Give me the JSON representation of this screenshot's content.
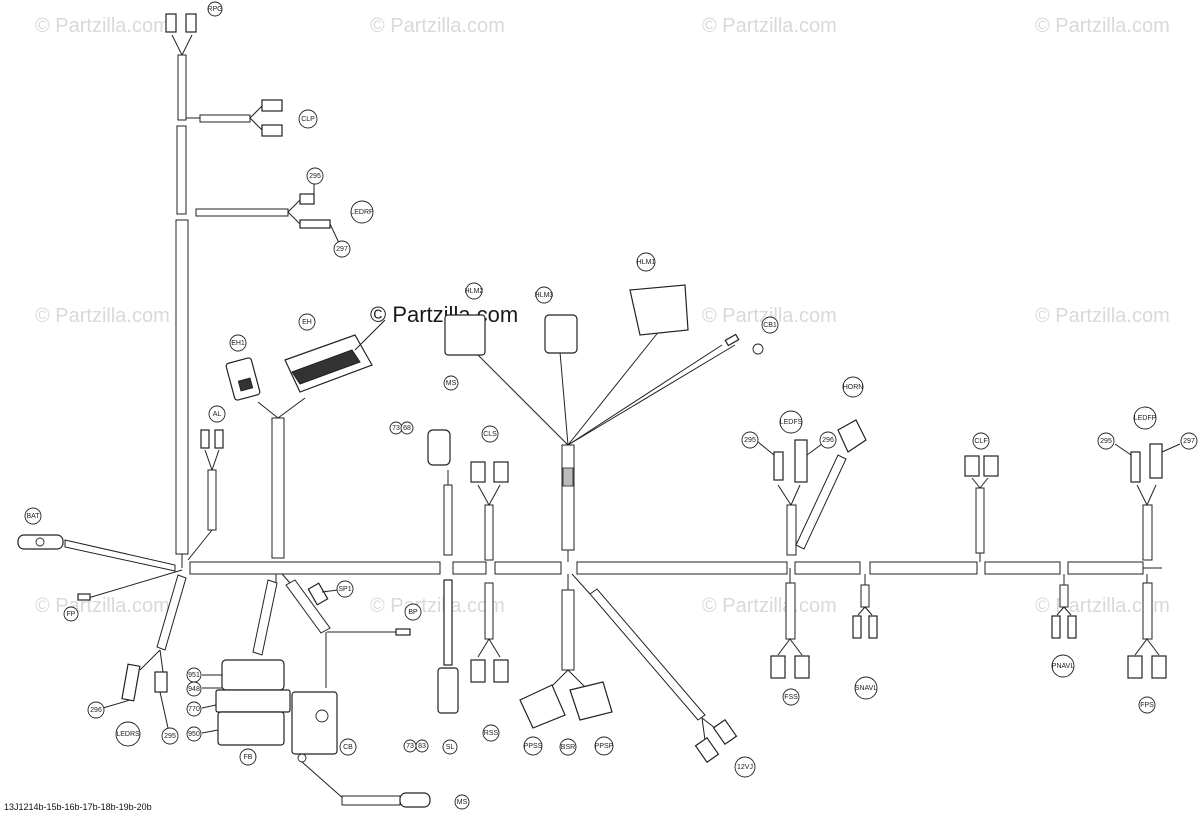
{
  "watermark": {
    "text": "© Partzilla.com",
    "center_text": "© Partzilla.com"
  },
  "reference_code": "13J1214b-15b-16b-17b-18b-19b-20b",
  "labels": {
    "rpg": "RPG",
    "clp": "CLP",
    "ledrp": "LEDRP",
    "n295a": "295",
    "n297a": "297",
    "eh": "EH",
    "eh1": "EH1",
    "al": "AL",
    "bat": "BAT",
    "fp": "FP",
    "hlm2": "HLM2",
    "hlm3": "HLM3",
    "hlm1": "HLM1",
    "ms": "MS",
    "cb1": "CB1",
    "n73b": "73",
    "n68": "68",
    "cls": "CLS",
    "horn": "HORN",
    "ledfs": "LEDFS",
    "n295b": "295",
    "n296b": "296",
    "clf": "CLF",
    "ledfp": "LEDFP",
    "n295c": "295",
    "n297c": "297",
    "sp1": "SP1",
    "bp": "BP",
    "n951": "951",
    "n948": "948",
    "n770": "770",
    "n950": "950",
    "fb": "FB",
    "cb": "CB",
    "n296a": "296",
    "n295d": "295",
    "ledrs": "LEDRS",
    "n73c": "73",
    "n83": "83",
    "sl": "SL",
    "rss": "RSS",
    "ppss": "PPSS",
    "bsr": "BSR",
    "ppsp": "PPSP",
    "n12vj": "12VJ",
    "fss": "FSS",
    "snavl": "SNAVL",
    "pnavl": "PNAVL",
    "fps": "FPS",
    "ms2": "MS"
  }
}
